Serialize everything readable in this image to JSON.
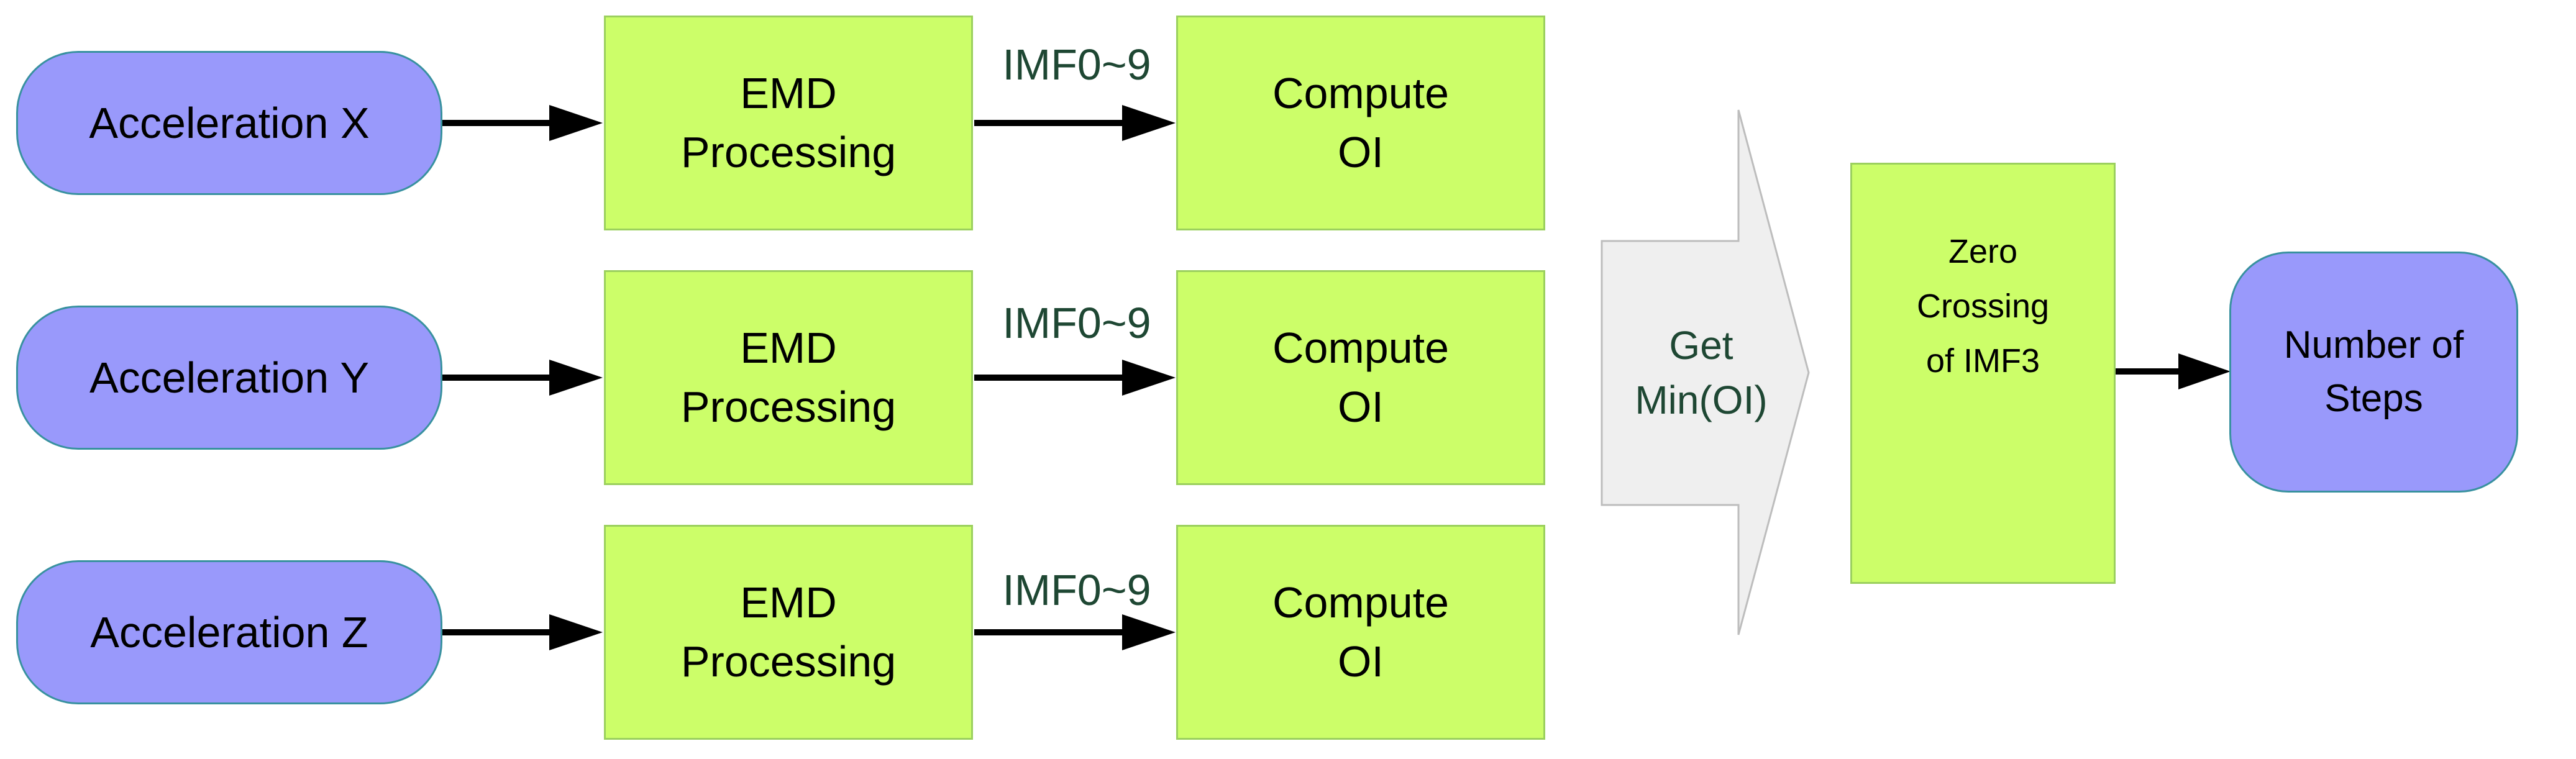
{
  "flow": {
    "rows": [
      {
        "input": "Acceleration X",
        "process": "EMD\nProcessing",
        "arrow_label": "IMF0~9",
        "process2": "Compute\nOI"
      },
      {
        "input": "Acceleration Y",
        "process": "EMD\nProcessing",
        "arrow_label": "IMF0~9",
        "process2": "Compute\nOI"
      },
      {
        "input": "Acceleration Z",
        "process": "EMD\nProcessing",
        "arrow_label": "IMF0~9",
        "process2": "Compute\nOI"
      }
    ],
    "merge_arrow_label": "Get\nMin(OI)",
    "zero_crossing": "Zero\nCrossing\nof IMF3",
    "output": "Number of\nSteps"
  },
  "colors": {
    "node_fill": "#9999fb",
    "node_border": "#38919f",
    "process_fill": "#ccfe69",
    "process_border": "#9bd05e",
    "merge_arrow_fill": "#efefef",
    "merge_arrow_border": "#bdbdbd",
    "label_text": "#1e4733",
    "box_text": "#000000",
    "connector": "#000000"
  }
}
